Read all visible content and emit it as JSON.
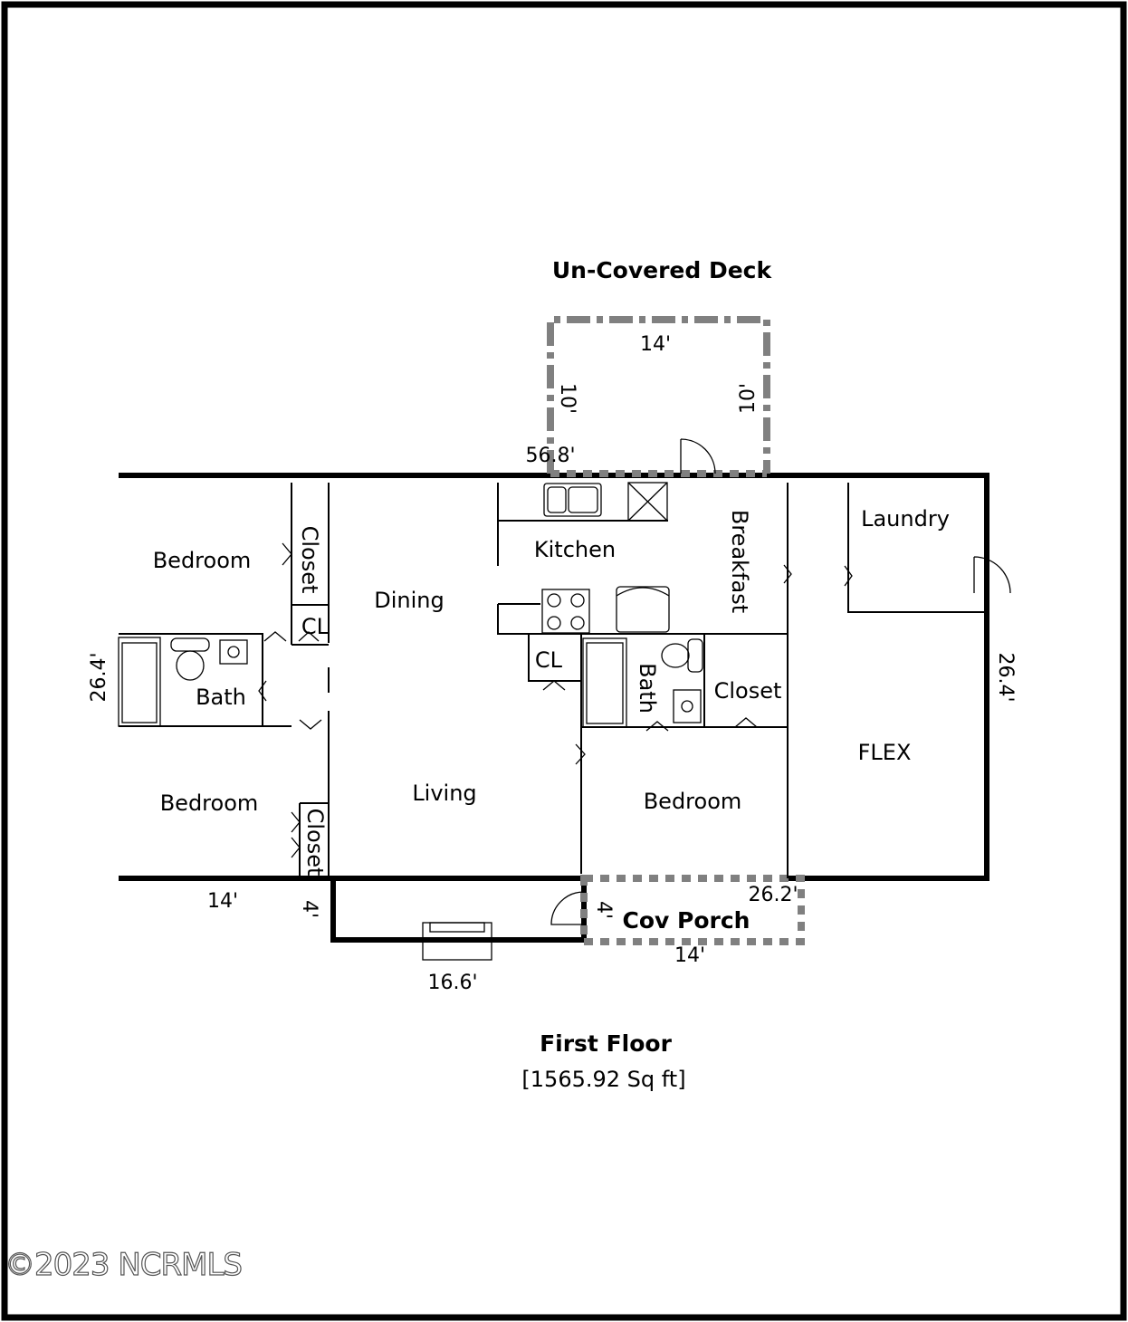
{
  "title": "First Floor",
  "area": "[1565.92 Sq ft]",
  "watermark": "©2023 NCRMLS",
  "deck": {
    "title": "Un-Covered Deck",
    "width": "14'",
    "depth_left": "10'",
    "depth_right": "10'"
  },
  "porch": {
    "title": "Cov Porch",
    "width": "14'",
    "depth": "4'"
  },
  "dimensions": {
    "top": "56.8'",
    "left": "26.4'",
    "right": "26.4'",
    "bottom_left": "14'",
    "bottom_step": "4'",
    "bottom_mid": "16.6'",
    "bottom_right": "26.2'"
  },
  "rooms": {
    "bedroom_top_left": "Bedroom",
    "closet_top_left": "Closet",
    "cl_left": "CL",
    "bath_left": "Bath",
    "bedroom_bottom_left": "Bedroom",
    "closet_bottom_left": "Closet",
    "dining": "Dining",
    "living": "Living",
    "kitchen": "Kitchen",
    "breakfast": "Breakfast",
    "cl_mid": "CL",
    "bath_mid": "Bath",
    "closet_mid": "Closet",
    "bedroom_mid": "Bedroom",
    "laundry": "Laundry",
    "flex": "FLEX"
  },
  "colors": {
    "wall": "#000000",
    "outdoor_dash": "#808080",
    "border": "#000000"
  }
}
